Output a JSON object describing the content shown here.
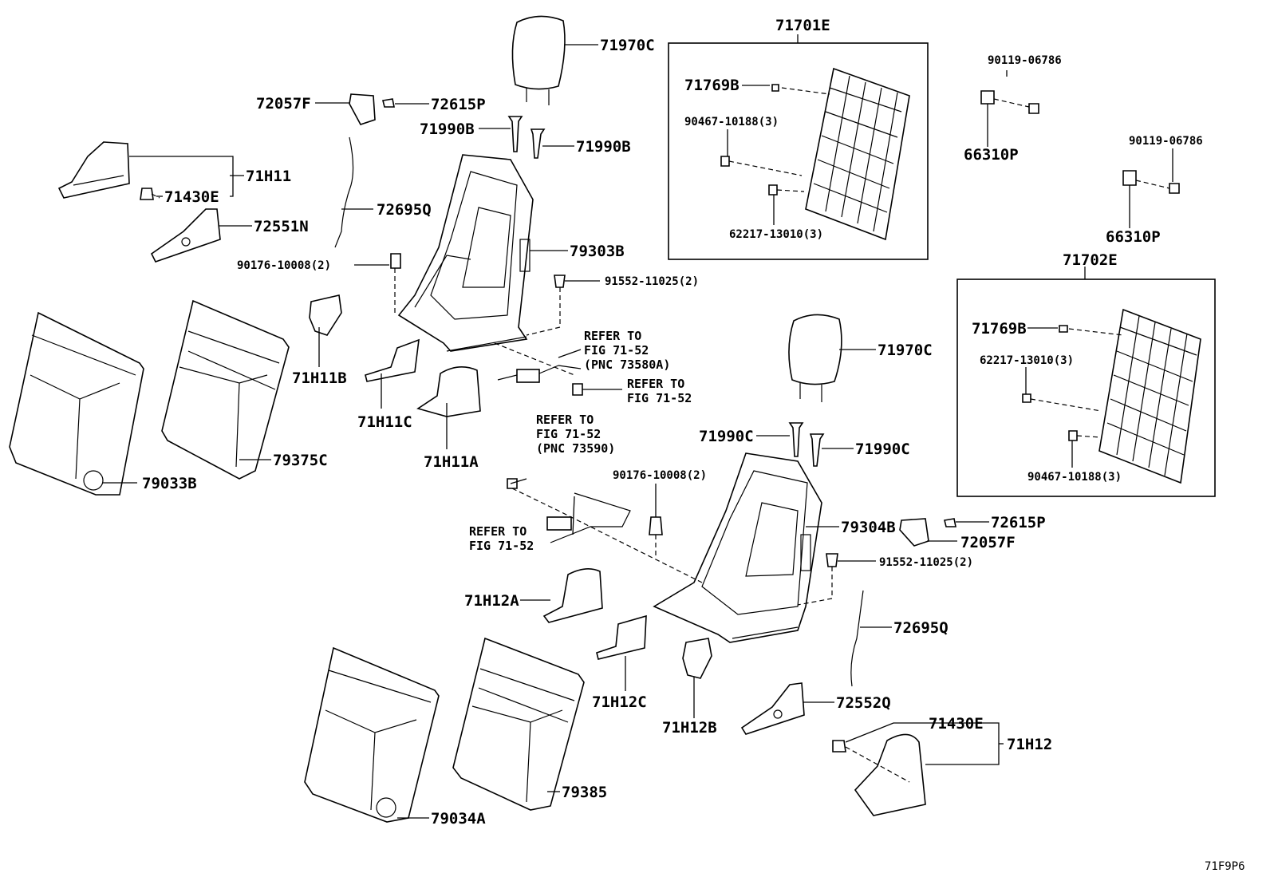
{
  "diagram_code": "71F9P6",
  "labels": {
    "p71970C_a": "71970C",
    "p72057F_a": "72057F",
    "p72615P_a": "72615P",
    "p71990B_a": "71990B",
    "p71990B_b": "71990B",
    "p71H11": "71H11",
    "p71430E_a": "71430E",
    "p72695Q_a": "72695Q",
    "p72551N": "72551N",
    "p90176_a": "90176-10008(2)",
    "p79303B": "79303B",
    "p91552_a": "91552-11025(2)",
    "p71H11B": "71H11B",
    "p71H11C": "71H11C",
    "p71H11A": "71H11A",
    "p79375C": "79375C",
    "p79033B": "79033B",
    "p71701E": "71701E",
    "p71769B_a": "71769B",
    "p90467_a": "90467-10188(3)",
    "p62217_a": "62217-13010(3)",
    "p90119_a": "90119-06786",
    "p66310P_a": "66310P",
    "p90119_b": "90119-06786",
    "p66310P_b": "66310P",
    "p71702E": "71702E",
    "p71769B_b": "71769B",
    "p62217_b": "62217-13010(3)",
    "p90467_b": "90467-10188(3)",
    "p71970C_b": "71970C",
    "p71990C_a": "71990C",
    "p71990C_b": "71990C",
    "p90176_b": "90176-10008(2)",
    "p79304B": "79304B",
    "p72615P_b": "72615P",
    "p72057F_b": "72057F",
    "p91552_b": "91552-11025(2)",
    "p72695Q_b": "72695Q",
    "p71H12A": "71H12A",
    "p71H12C": "71H12C",
    "p71H12B": "71H12B",
    "p72552Q": "72552Q",
    "p71430E_b": "71430E",
    "p71H12": "71H12",
    "p79385": "79385",
    "p79034A": "79034A"
  },
  "refs": {
    "r1": [
      "REFER TO",
      "FIG 71-52",
      "(PNC 73580A)"
    ],
    "r2": [
      "REFER TO",
      "FIG 71-52"
    ],
    "r3": [
      "REFER TO",
      "FIG 71-52",
      "(PNC 73590)"
    ],
    "r4": [
      "REFER TO",
      "FIG 71-52"
    ]
  }
}
